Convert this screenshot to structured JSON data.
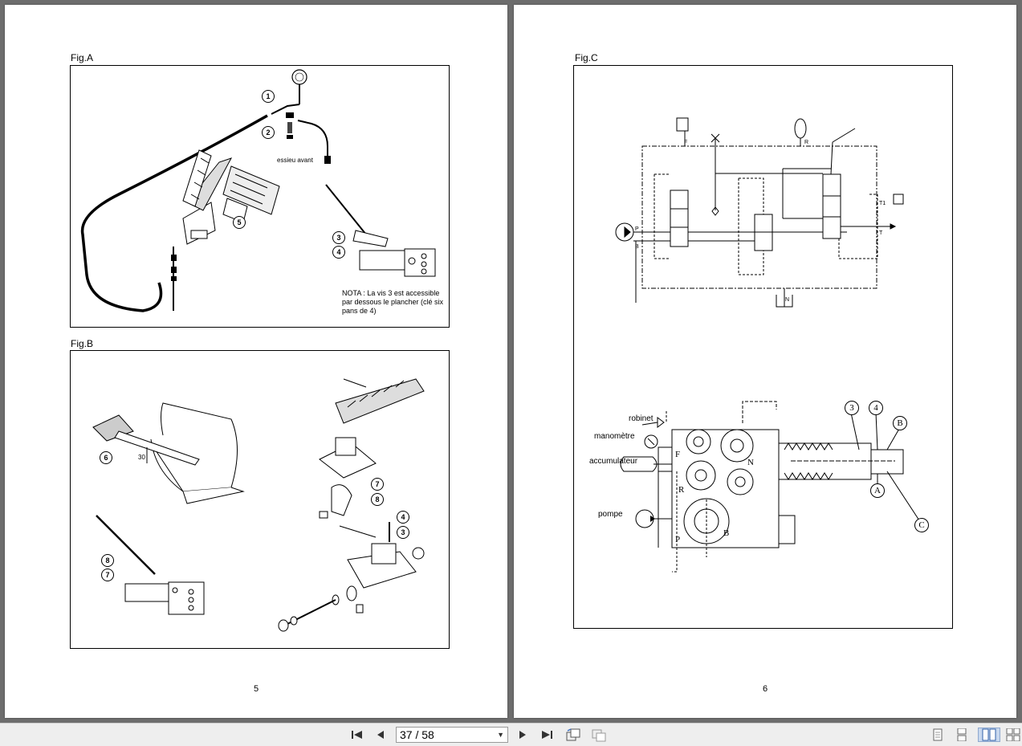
{
  "viewer": {
    "left_page": {
      "figures": [
        {
          "label": "Fig.A",
          "callouts": [
            "1",
            "2",
            "5",
            "3",
            "4"
          ],
          "annotations": {
            "axle": "essieu avant"
          },
          "note": "NOTA : La vis 3 est accessible par dessous le plancher (clé six pans de 4)"
        },
        {
          "label": "Fig.B",
          "callouts": [
            "6",
            "7",
            "8",
            "4",
            "3",
            "8",
            "7"
          ],
          "annotations": {
            "dimension": "30"
          }
        }
      ],
      "page_number": "5"
    },
    "right_page": {
      "figures": [
        {
          "label": "Fig.C",
          "schematic_labels": [
            "F",
            "R",
            "P",
            "B",
            "T1",
            "T",
            "N"
          ],
          "section_labels": {
            "robinet": "robinet",
            "manometre": "manomètre",
            "accumulateur": "accumulateur",
            "pompe": "pompe"
          },
          "section_letters": [
            "F",
            "N",
            "R",
            "P",
            "B"
          ],
          "callouts": [
            "3",
            "4",
            "B",
            "A",
            "C"
          ]
        }
      ],
      "page_number": "6"
    }
  },
  "toolbar": {
    "first_icon": "first-page-icon",
    "prev_icon": "previous-page-icon",
    "page_indicator": "37 / 58",
    "next_icon": "next-page-icon",
    "last_icon": "last-page-icon",
    "rotate_icon": "rotate-icon",
    "copy_icon": "copy-icon",
    "view_modes": [
      "single-page-icon",
      "continuous-icon",
      "facing-icon",
      "continuous-facing-icon"
    ]
  }
}
